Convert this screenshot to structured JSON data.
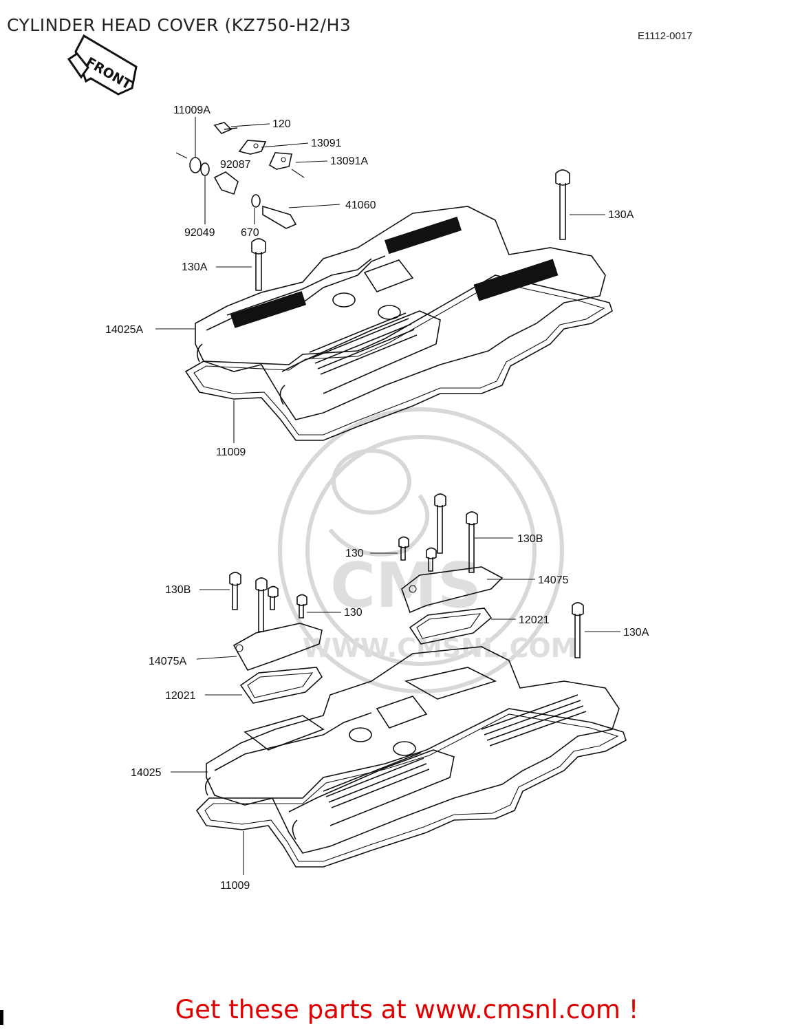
{
  "header": {
    "title": "CYLINDER HEAD COVER (KZ750-H2/H3",
    "ref_code": "E1112-0017"
  },
  "front_arrow_label": "FRONT",
  "watermark": {
    "brand": "CMS",
    "url": "WWW.CMSNL.COM"
  },
  "upper_assembly": {
    "labels": [
      "11009A",
      "120",
      "13091",
      "92087",
      "13091A",
      "41060",
      "92049",
      "670",
      "130A",
      "130A",
      "14025A",
      "11009"
    ]
  },
  "lower_assembly": {
    "labels": [
      "130B",
      "130",
      "14075",
      "130B",
      "130",
      "12021",
      "130A",
      "14075A",
      "12021",
      "14025",
      "11009"
    ]
  },
  "footer": {
    "text": "Get these parts at www.cmsnl.com !",
    "color": "#e00000"
  }
}
